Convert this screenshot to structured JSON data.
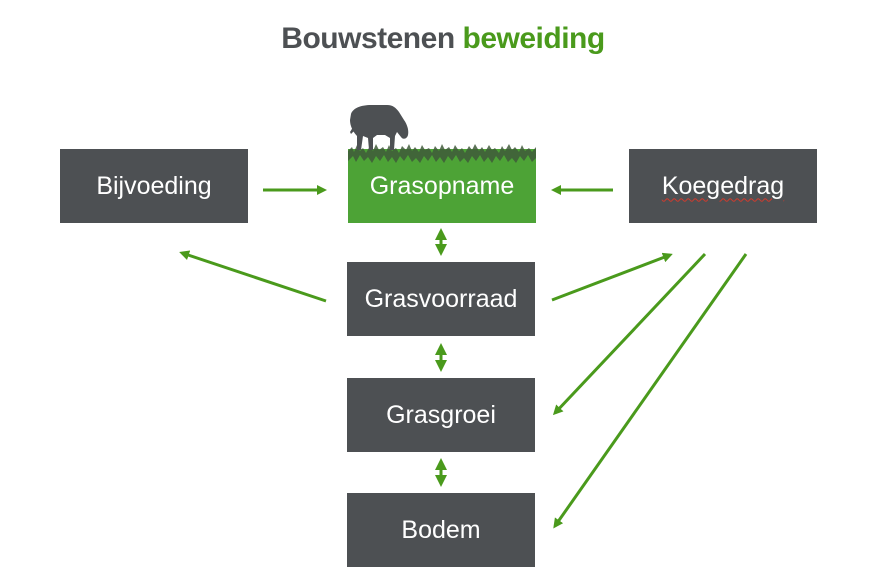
{
  "title": {
    "part1": "Bouwstenen",
    "part2": "beweiding"
  },
  "boxes": {
    "bijvoeding": "Bijvoeding",
    "grasopname": "Grasopname",
    "koegedrag": "Koegedrag",
    "grasvoorraad": "Grasvoorraad",
    "grasgroei": "Grasgroei",
    "bodem": "Bodem"
  },
  "colors": {
    "box_gray": "#4d5053",
    "accent_green": "#4a9a1c",
    "arrow_green": "#4a9a1c",
    "grass_dark": "#3f5a3a"
  },
  "icons": {
    "cow": "grazing-cow-icon",
    "grass": "grass-strip"
  }
}
